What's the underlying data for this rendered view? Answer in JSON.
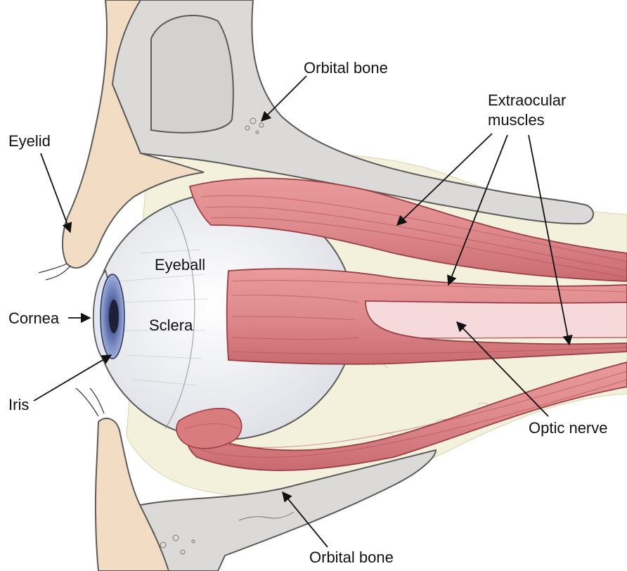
{
  "diagram": {
    "labels": {
      "orbital_bone_top": "Orbital bone",
      "extraocular_line1": "Extraocular",
      "extraocular_line2": "muscles",
      "eyelid": "Eyelid",
      "eyeball": "Eyeball",
      "cornea": "Cornea",
      "sclera": "Sclera",
      "iris": "Iris",
      "optic_nerve": "Optic nerve",
      "orbital_bone_bottom": "Orbital bone"
    },
    "colors": {
      "bone": "#dcdad9",
      "bone_outline": "#5b5b5b",
      "skin": "#f2dcc3",
      "muscle": "#de8a8c",
      "muscle_dark": "#b04a52",
      "fat": "#f3f1dc",
      "sclera": "#f7f7f9",
      "iris": "#7d8fc4",
      "optic_nerve": "#f6d9da"
    }
  }
}
